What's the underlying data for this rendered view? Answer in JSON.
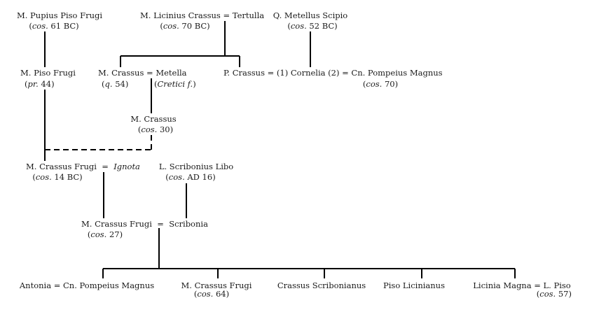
{
  "people": {
    "pupius_name": "M. Pupius Piso Frugi",
    "pupius_cos_label": "cos.",
    "pupius_cos_year": "61 BC",
    "licinius_name": "M. Licinius Crassus",
    "eq1": "=",
    "tertulla": "Tertulla",
    "licinius_cos_label": "cos.",
    "licinius_cos_year": "70 BC",
    "metellus_scipio_name": "Q. Metellus Scipio",
    "metellus_cos_label": "cos.",
    "metellus_cos_year": "52 BC",
    "piso_frugi_name": "M. Piso Frugi",
    "piso_pr_label": "pr.",
    "piso_pr_year": "44",
    "m_crassus_name": "M. Crassus",
    "eq2": "=",
    "metella": "Metella",
    "mcrassus_q_label": "q.",
    "mcrassus_q_year": "54",
    "metella_note": "Cretici f.",
    "p_crassus_line": "P. Crassus = (1) Cornelia (2) = Cn. Pompeius Magnus",
    "pompeius_cos_label": "cos.",
    "pompeius_cos_year": "70",
    "m_crassus2_name": "M. Crassus",
    "mcrassus2_cos_label": "cos.",
    "mcrassus2_cos_year": "30",
    "crassus_frugi14_name": "M. Crassus Frugi",
    "eq3": "=",
    "ignota": "Ignota",
    "cf14_cos_label": "cos.",
    "cf14_cos_year": "14 BC",
    "libo_name": "L. Scribonius Libo",
    "libo_cos_label": "cos.",
    "libo_cos_year": "AD 16",
    "crassus_frugi27_name": "M. Crassus Frugi",
    "eq4": "=",
    "scribonia": "Scribonia",
    "cf27_cos_label": "cos.",
    "cf27_cos_year": "27",
    "antonia_line": "Antonia = Cn. Pompeius Magnus",
    "crassus_frugi64_name": "M. Crassus Frugi",
    "cf64_cos_label": "cos.",
    "cf64_cos_year": "64",
    "crassus_scribonianus": "Crassus Scribonianus",
    "piso_licinianus": "Piso Licinianus",
    "licinia_line": "Licinia Magna = L. Piso",
    "lp_cos_label": "cos.",
    "lp_cos_year": "57"
  },
  "colors": {
    "line": "#000000",
    "text": "#1a1a1a"
  }
}
